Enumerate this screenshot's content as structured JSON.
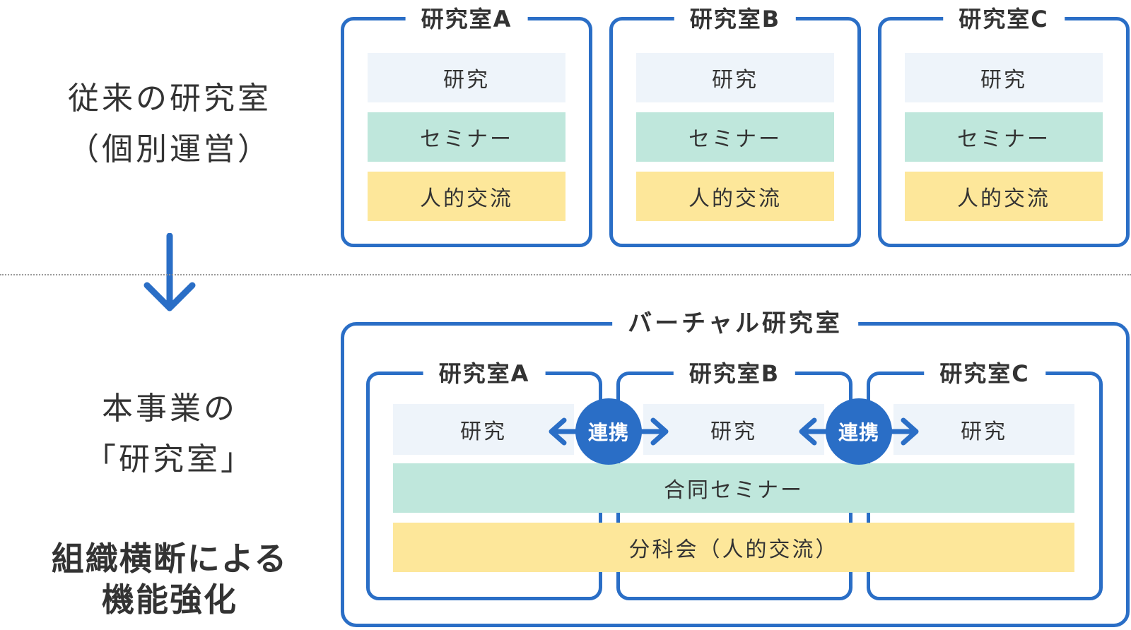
{
  "left": {
    "conventional_line1": "従来の研究室",
    "conventional_line2": "（個別運営）",
    "project_line1": "本事業の",
    "project_line2": "「研究室」",
    "strength_line1": "組織横断による",
    "strength_line2": "機能強化"
  },
  "top_labs": [
    {
      "title": "研究室A",
      "research": "研究",
      "seminar": "セミナー",
      "exchange": "人的交流"
    },
    {
      "title": "研究室B",
      "research": "研究",
      "seminar": "セミナー",
      "exchange": "人的交流"
    },
    {
      "title": "研究室C",
      "research": "研究",
      "seminar": "セミナー",
      "exchange": "人的交流"
    }
  ],
  "virtual": {
    "title": "バーチャル研究室",
    "labs": [
      {
        "title": "研究室A",
        "research": "研究"
      },
      {
        "title": "研究室B",
        "research": "研究"
      },
      {
        "title": "研究室C",
        "research": "研究"
      }
    ],
    "links": [
      "連携",
      "連携"
    ],
    "joint_seminar": "合同セミナー",
    "subcommittee": "分科会（人的交流）"
  },
  "colors": {
    "accent": "#2a6ec6",
    "research_bg": "#eef4fa",
    "seminar_bg": "#bfe7dc",
    "exchange_bg": "#fde79a"
  }
}
